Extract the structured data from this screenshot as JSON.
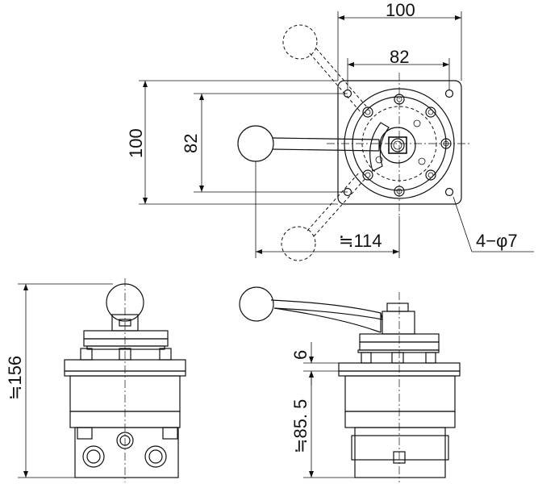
{
  "dimensions": {
    "top_width_outer": "100",
    "top_width_inner": "82",
    "top_height_outer": "100",
    "top_height_inner": "82",
    "handle_reach": "≒114",
    "hole_spec": "4−φ7",
    "side_height": "≒156",
    "flange_thickness": "6",
    "body_height": "≒85. 5"
  }
}
